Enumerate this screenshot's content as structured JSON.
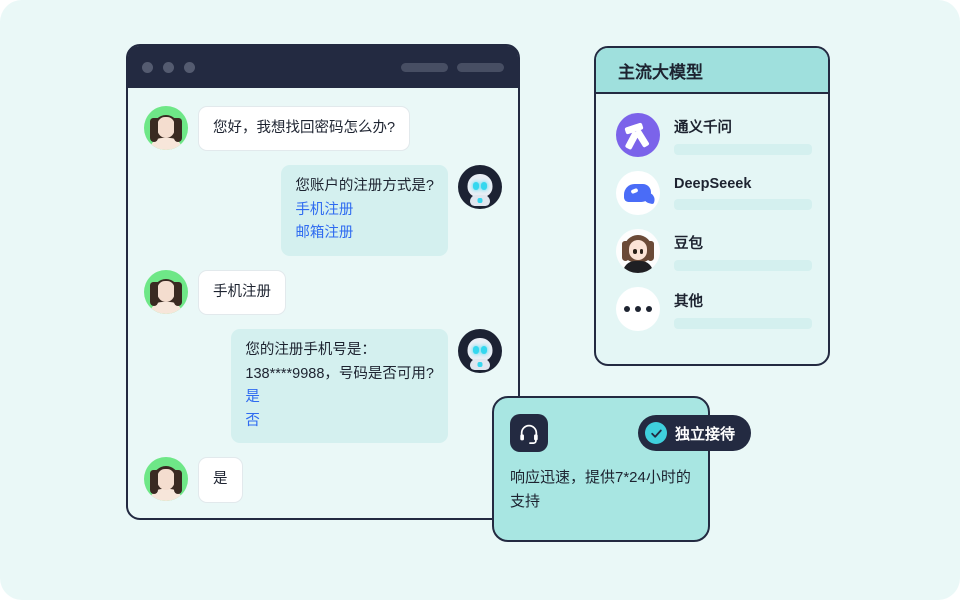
{
  "page": {
    "background_color": "#eaf8f7"
  },
  "chat_window": {
    "titlebar": {
      "dots": [
        "window-dot-1",
        "window-dot-2",
        "window-dot-3"
      ],
      "pills": [
        "titlebar-pill-1",
        "titlebar-pill-2"
      ]
    },
    "messages": [
      {
        "sender": "user",
        "avatar": "user-photo-avatar",
        "lines": [
          {
            "text": "您好，我想找回密码怎么办?",
            "is_option": false
          }
        ]
      },
      {
        "sender": "bot",
        "avatar": "robot-avatar",
        "lines": [
          {
            "text": "您账户的注册方式是?",
            "is_option": false
          },
          {
            "text": "手机注册",
            "is_option": true
          },
          {
            "text": "邮箱注册",
            "is_option": true
          }
        ]
      },
      {
        "sender": "user",
        "avatar": "user-photo-avatar",
        "lines": [
          {
            "text": "手机注册",
            "is_option": false
          }
        ]
      },
      {
        "sender": "bot",
        "avatar": "robot-avatar",
        "lines": [
          {
            "text": "您的注册手机号是：",
            "is_option": false
          },
          {
            "text": "138****9988，号码是否可用?",
            "is_option": false
          },
          {
            "text": "是",
            "is_option": true
          },
          {
            "text": "否",
            "is_option": true
          }
        ]
      },
      {
        "sender": "user",
        "avatar": "user-photo-avatar",
        "lines": [
          {
            "text": "是",
            "is_option": false
          }
        ]
      }
    ],
    "option_link_color": "#2f6bf0",
    "bot_bubble_color": "#d4f0ef",
    "user_bubble_color": "#ffffff"
  },
  "models_panel": {
    "header_title": "主流大模型",
    "header_color": "#9fe0dd",
    "items": [
      {
        "name": "通义千问",
        "logo": "qwen-logo-icon",
        "bar": "placeholder-bar"
      },
      {
        "name": "DeepSeeek",
        "logo": "deepseek-logo-icon",
        "bar": "placeholder-bar"
      },
      {
        "name": "豆包",
        "logo": "doubao-logo-icon",
        "bar": "placeholder-bar"
      },
      {
        "name": "其他",
        "logo": "other-dots-icon",
        "bar": "placeholder-bar"
      }
    ]
  },
  "support_card": {
    "icon": "headset-icon",
    "badge": {
      "icon": "check-circle-icon",
      "label": "独立接待",
      "check_color": "#3fd0dd",
      "background": "#232a41"
    },
    "description": "响应迅速，提供7*24小时的支持",
    "background_color": "#a8e6e2"
  }
}
